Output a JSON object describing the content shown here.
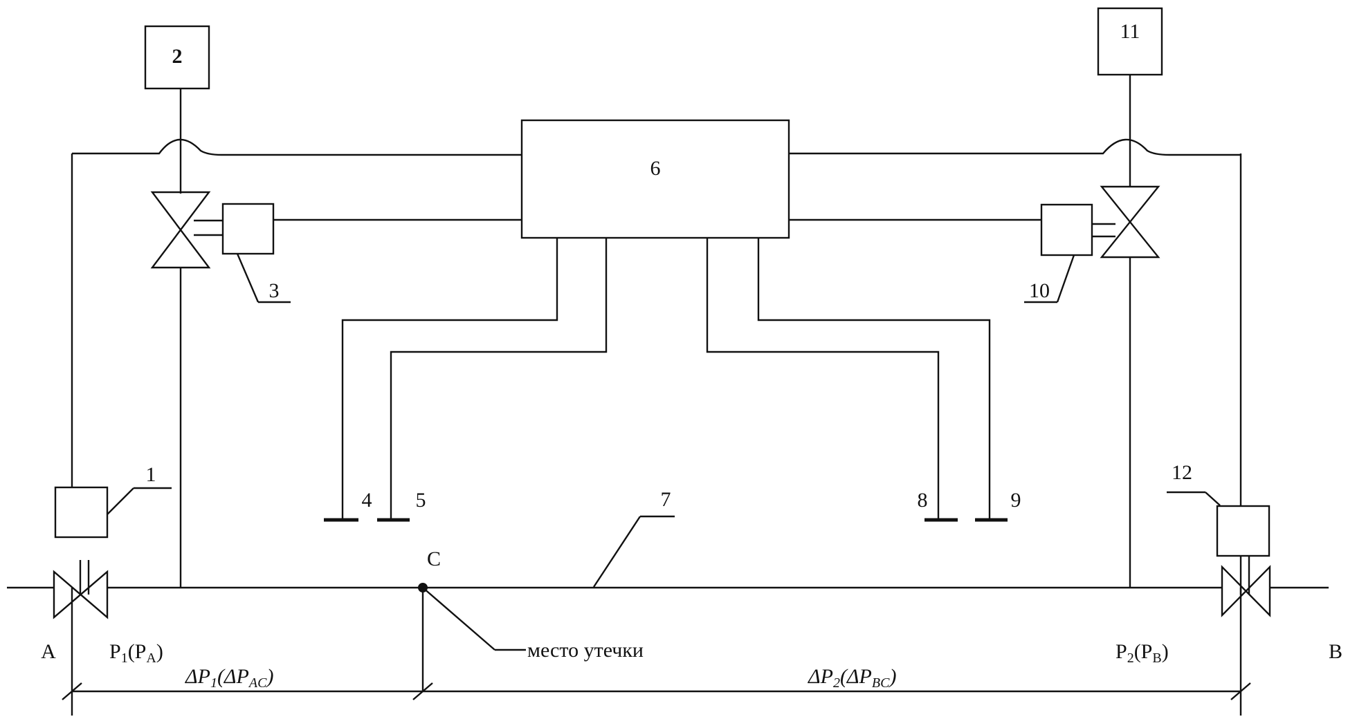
{
  "labels": {
    "box2": "2",
    "box11": "11",
    "box6": "6",
    "n1": "1",
    "n3": "3",
    "n4": "4",
    "n5": "5",
    "n7": "7",
    "n8": "8",
    "n9": "9",
    "n10": "10",
    "n12": "12",
    "point_a": "A",
    "point_b": "B",
    "point_c": "C",
    "leak": "место утечки"
  },
  "pressures": {
    "p1_main": "P",
    "p1_sub": "1",
    "p1_paren_main": "(P",
    "p1_paren_sub": "A",
    "p1_close": ")",
    "p2_main": "P",
    "p2_sub": "2",
    "p2_paren_main": "(P",
    "p2_paren_sub": "B",
    "p2_close": ")"
  },
  "deltas": {
    "dp1_main": "ΔP",
    "dp1_sub": "1",
    "dp1_paren": "(ΔP",
    "dp1_paren_sub": "AC",
    "dp1_close": ")",
    "dp2_main": "ΔP",
    "dp2_sub": "2",
    "dp2_paren": "(ΔP",
    "dp2_paren_sub": "BC",
    "dp2_close": ")"
  }
}
